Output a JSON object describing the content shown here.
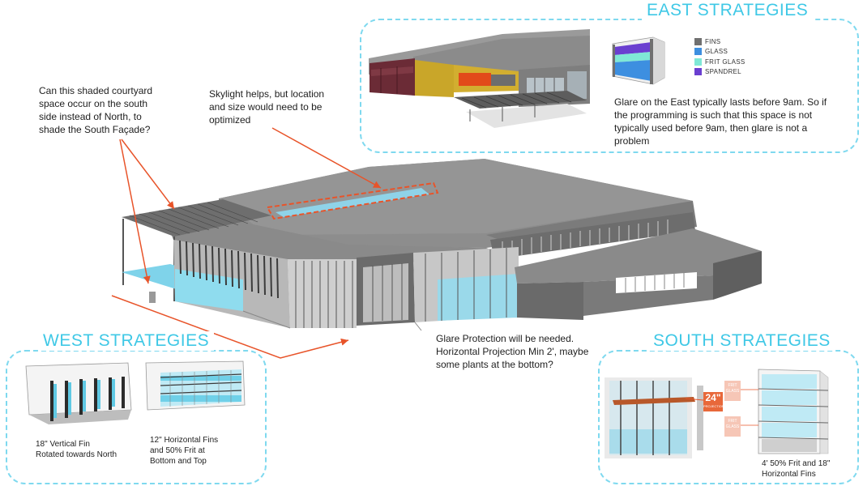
{
  "notes": {
    "courtyard": "Can this shaded  courtyard\nspace occur on the south\nside instead of North, to\nshade the South Façade?",
    "skylight": "Skylight helps, but location\nand size would need to be\noptimized",
    "glare_protection": "Glare Protection will be needed.\nHorizontal Projection Min 2', maybe\nsome plants at the bottom?"
  },
  "east": {
    "title": "EAST STRATEGIES",
    "legend": [
      {
        "label": "FINS",
        "color": "#707070"
      },
      {
        "label": "GLASS",
        "color": "#3d8fe0"
      },
      {
        "label": "FRIT GLASS",
        "color": "#7fe8d6"
      },
      {
        "label": "SPANDREL",
        "color": "#6a3fd0"
      }
    ],
    "caption": "Glare on the East typically lasts before 9am. So if\nthe programming is such that this space is not\ntypically used before 9am, then glare is not a\nproblem"
  },
  "west": {
    "title": "WEST STRATEGIES",
    "caption_1": "18\" Vertical Fin\nRotated towards North",
    "caption_2": "12\" Horizontal Fins\nand 50% Frit at\nBottom and Top"
  },
  "south": {
    "title": "SOUTH STRATEGIES",
    "callout_value": "24\"",
    "callout_sub": "PROJECTION",
    "frit_tag": "FRIT\nGLASS",
    "caption": "4' 50% Frit and 18\"\nHorizontal Fins"
  }
}
